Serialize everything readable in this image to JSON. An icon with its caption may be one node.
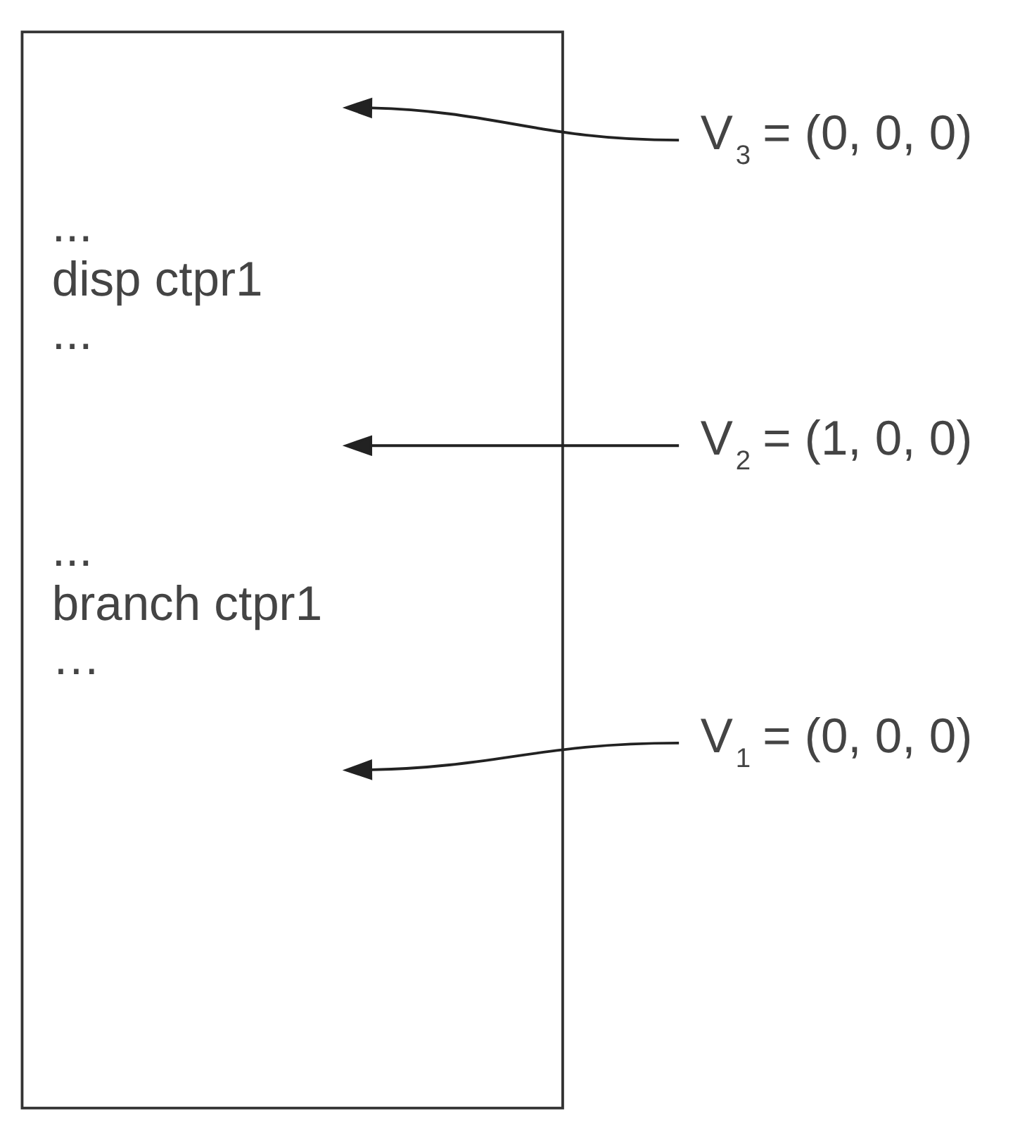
{
  "diagram": {
    "nodes": [
      {
        "text": [
          "...",
          "disp ctpr1",
          "...",
          "...",
          "branch ctpr1",
          "…"
        ]
      },
      {
        "text": [
          "V$_{3}$ = (0, 0, 0)"
        ]
      },
      {
        "text": [
          "V$_{2}$ = (1, 0, 0)"
        ]
      },
      {
        "text": [
          "V$_{1}$ = (0, 0, 0)"
        ]
      }
    ],
    "edges": [
      {
        "from": 1,
        "to": 0,
        "arrow": "to"
      },
      {
        "from": 2,
        "to": 0,
        "arrow": "to"
      },
      {
        "from": 3,
        "to": 0,
        "arrow": "to"
      }
    ]
  }
}
